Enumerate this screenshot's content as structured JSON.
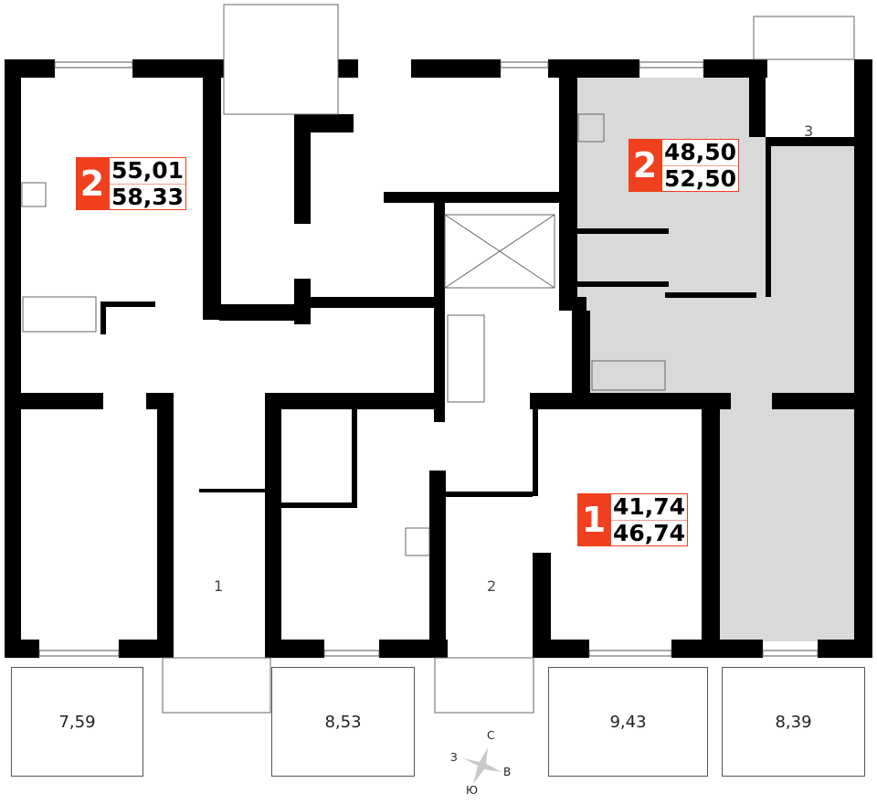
{
  "apartments": [
    {
      "rooms": "2",
      "living_area": "55,01",
      "total_area": "58,33"
    },
    {
      "rooms": "2",
      "living_area": "48,50",
      "total_area": "52,50",
      "highlighted": true
    },
    {
      "rooms": "1",
      "living_area": "41,74",
      "total_area": "46,74"
    }
  ],
  "entrances": [
    "1",
    "2",
    "3"
  ],
  "balconies": [
    "7,59",
    "8,53",
    "9,43",
    "8,39"
  ],
  "compass": {
    "north": "С",
    "east": "В",
    "south": "Ю",
    "west": "З"
  },
  "colors": {
    "badge": "#f0401e",
    "highlight": "#d9d9d9",
    "wall": "#000000"
  }
}
